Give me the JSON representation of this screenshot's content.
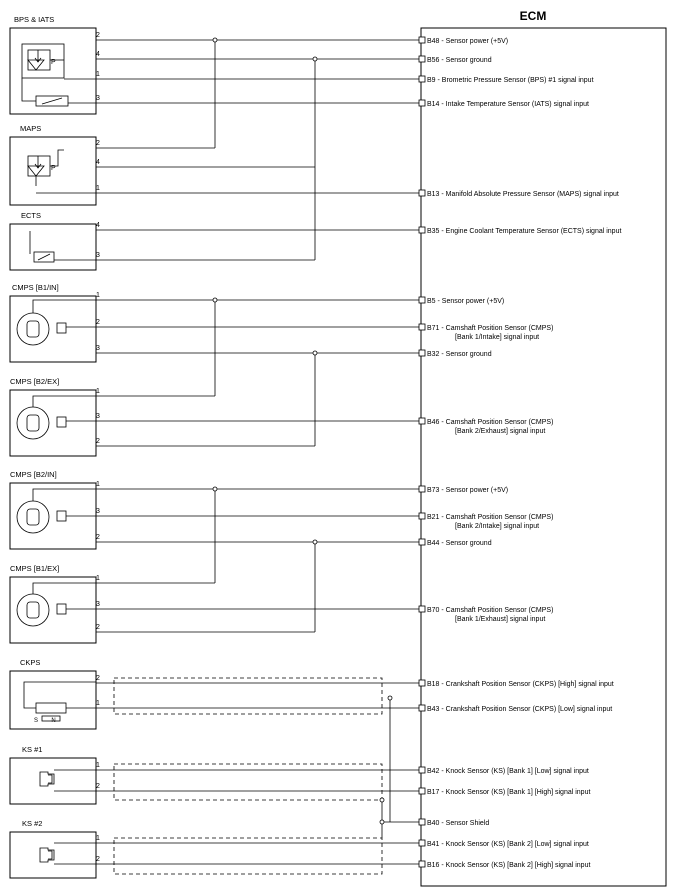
{
  "ecm": {
    "title": "ECM"
  },
  "components": [
    {
      "id": "bps-iats",
      "title": "BPS & IATS"
    },
    {
      "id": "maps",
      "title": "MAPS"
    },
    {
      "id": "ects",
      "title": "ECTS"
    },
    {
      "id": "cmps-b1-in",
      "title": "CMPS [B1/IN]"
    },
    {
      "id": "cmps-b2-ex",
      "title": "CMPS [B2/EX]"
    },
    {
      "id": "cmps-b2-in",
      "title": "CMPS [B2/IN]"
    },
    {
      "id": "cmps-b1-ex",
      "title": "CMPS [B1/EX]"
    },
    {
      "id": "ckps",
      "title": "CKPS",
      "symbol_label": "S        N"
    },
    {
      "id": "ks1",
      "title": "KS #1"
    },
    {
      "id": "ks2",
      "title": "KS #2"
    }
  ],
  "pins": [
    "2",
    "4",
    "1",
    "3",
    "2",
    "4",
    "1",
    "4",
    "3",
    "1",
    "2",
    "3",
    "1",
    "3",
    "2",
    "1",
    "3",
    "2",
    "1",
    "3",
    "2",
    "2",
    "1",
    "1",
    "2",
    "1",
    "2"
  ],
  "ecm_pins": [
    {
      "id": "B48",
      "lines": [
        "B48 - Sensor power (+5V)"
      ]
    },
    {
      "id": "B56",
      "lines": [
        "B56 - Sensor ground"
      ]
    },
    {
      "id": "B9",
      "lines": [
        "B9 - Brometric Pressure Sensor (BPS) #1 signal input"
      ]
    },
    {
      "id": "B14",
      "lines": [
        "B14 - Intake Temperature Sensor (IATS) signal input"
      ]
    },
    {
      "id": "B13",
      "lines": [
        "B13 - Manifold Absolute Pressure Sensor (MAPS) signal input"
      ]
    },
    {
      "id": "B35",
      "lines": [
        "B35 - Engine Coolant Temperature Sensor (ECTS) signal input"
      ]
    },
    {
      "id": "B5",
      "lines": [
        "B5 - Sensor power (+5V)"
      ]
    },
    {
      "id": "B71",
      "lines": [
        "B71 - Camshaft Position Sensor (CMPS)",
        "[Bank 1/Intake] signal input"
      ]
    },
    {
      "id": "B32",
      "lines": [
        "B32 - Sensor ground"
      ]
    },
    {
      "id": "B46",
      "lines": [
        "B46 - Camshaft Position Sensor (CMPS)",
        "[Bank 2/Exhaust] signal input"
      ]
    },
    {
      "id": "B73",
      "lines": [
        "B73 - Sensor power (+5V)"
      ]
    },
    {
      "id": "B21",
      "lines": [
        "B21 - Camshaft Position Sensor (CMPS)",
        "[Bank 2/Intake] signal input"
      ]
    },
    {
      "id": "B44",
      "lines": [
        "B44 - Sensor ground"
      ]
    },
    {
      "id": "B70",
      "lines": [
        "B70 - Camshaft Position Sensor (CMPS)",
        "[Bank 1/Exhaust] signal input"
      ]
    },
    {
      "id": "B18",
      "lines": [
        "B18 - Crankshaft Position Sensor (CKPS) [High] signal input"
      ]
    },
    {
      "id": "B43",
      "lines": [
        "B43 - Crankshaft Position Sensor (CKPS) [Low] signal input"
      ]
    },
    {
      "id": "B42",
      "lines": [
        "B42 - Knock Sensor (KS) [Bank 1] [Low] signal input"
      ]
    },
    {
      "id": "B17",
      "lines": [
        "B17 - Knock Sensor (KS) [Bank 1] [High] signal input"
      ]
    },
    {
      "id": "B40",
      "lines": [
        "B40 - Sensor Shield"
      ]
    },
    {
      "id": "B41",
      "lines": [
        "B41 - Knock Sensor (KS) [Bank 2] [Low] signal input"
      ]
    },
    {
      "id": "B16",
      "lines": [
        "B16 - Knock Sensor (KS) [Bank 2] [High] signal input"
      ]
    }
  ]
}
